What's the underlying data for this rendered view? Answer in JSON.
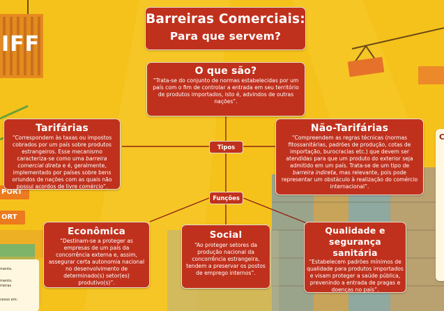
{
  "title": {
    "line1": "Barreiras Comerciais:",
    "line2": "Para que servem?"
  },
  "what_are": {
    "heading": "O que são?",
    "body": "“Trata-se do conjunto de normas estabelecidas por um país com o fim de controlar a entrada em seu território de produtos importados, isto é, advindos de outras nações”."
  },
  "labels": {
    "types": "Tipos",
    "functions": "Funções"
  },
  "tariff": {
    "heading": "Tarifárias",
    "body_1": "“Correspondem às taxas ou impostos cobrados por um país sobre produtos estrangeiros. Esse mecanismo caracteriza-se como uma ",
    "body_em": "barreira comercial direta",
    "body_2": " e é, geralmente, implementado por países sobre bens oriundos de nações com as quais não possui acordos de livre comércio”."
  },
  "non_tariff": {
    "heading": "Não-Tarifárias",
    "body_1": "“Compreendem as regras técnicas (normas fitossanitárias, padrões de produção, cotas de importação, burocracias etc.) que devem ser atendidas para que um produto do exterior seja admitido em um país. Trata-se de um tipo de ",
    "body_em": "barreira indireta",
    "body_2": ", mas relevante, pois pode representar um obstáculo à realização do comércio internacional”."
  },
  "economic": {
    "heading": "Econômica",
    "body": "“Destinam-se a proteger as empresas de um país da concorrência externa e, assim, assegurar certa autonomia nacional no desenvolvimento de determinado(s) setor(es) produtivo(s)”."
  },
  "social": {
    "heading": "Social",
    "body": "“Ao proteger setores da produção nacional da concorrência estrangeira, tendem a preservar os postos de emprego internos”."
  },
  "quality": {
    "heading_1": "Qualidade e",
    "heading_2": "segurança sanitária",
    "body": "“Estabelecem padrões mínimos de qualidade para produtos importados e visam proteger a saúde pública, prevenindo a entrada de pragas e doenças no país”."
  },
  "background": {
    "sign_tariff": "IFF",
    "sign_export": "PORT",
    "sign_import": "ORT",
    "right_stub": "C",
    "left_note_1": "mento.",
    "left_note_2": "mento,",
    "left_note_3": "rreiras",
    "left_note_4": "cesso em:"
  },
  "colors": {
    "background": "#f5c21b",
    "card": "#c0311d",
    "card_border": "#e7e0d0",
    "connector": "#8e2514"
  }
}
